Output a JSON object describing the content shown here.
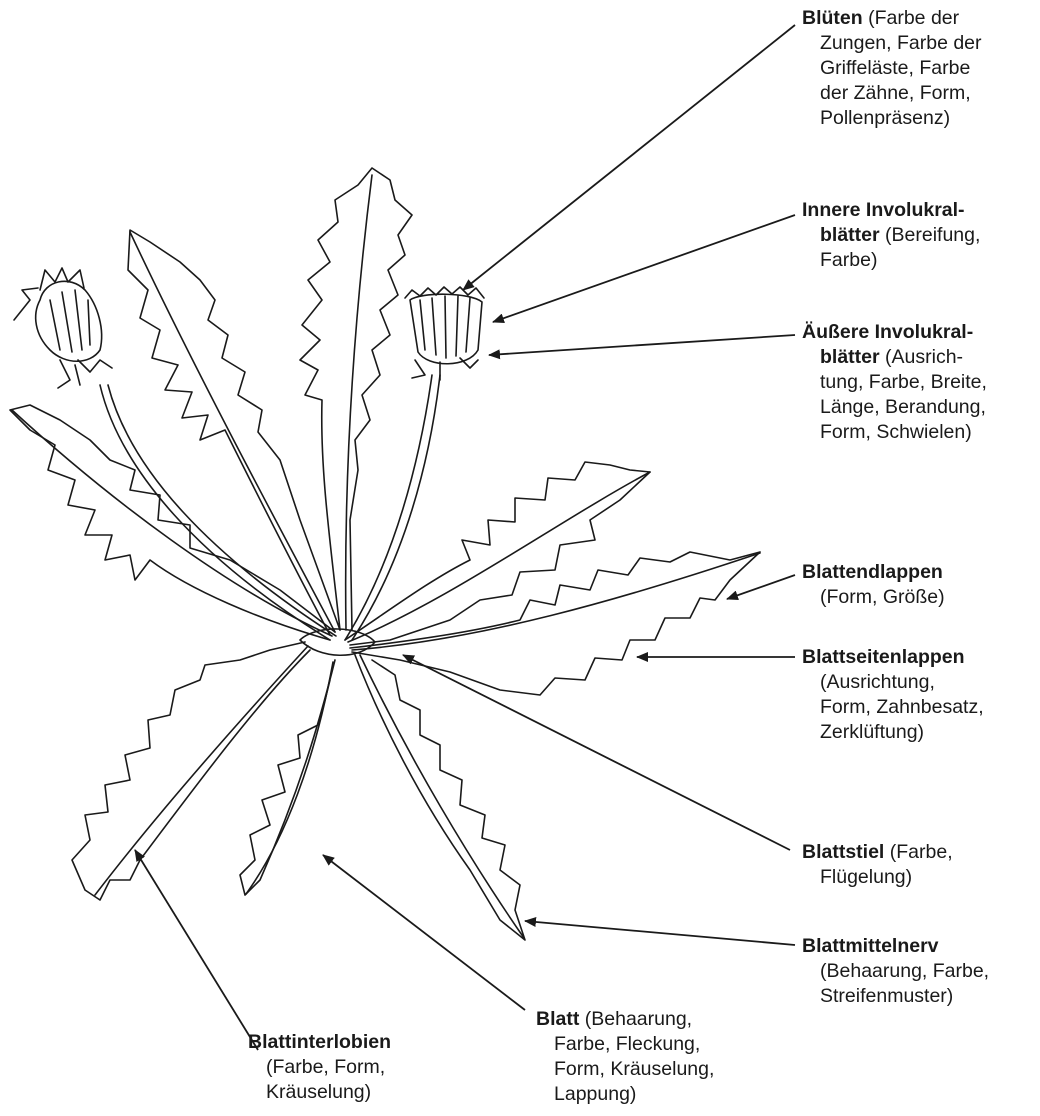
{
  "labels": {
    "blueten": {
      "bold": "Blüten",
      "rest": " (Farbe der",
      "lines": [
        "Zungen, Farbe der",
        "Griffeläste, Farbe",
        "der Zähne, Form,",
        "Pollenpräsenz)"
      ]
    },
    "innere": {
      "bold": "Innere Involukral-",
      "bold2": "blätter",
      "rest2": " (Bereifung,",
      "lines": [
        "Farbe)"
      ]
    },
    "aeussere": {
      "bold": "Äußere Involukral-",
      "bold2": "blätter",
      "rest2": " (Ausrich-",
      "lines": [
        "tung, Farbe, Breite,",
        "Länge, Berandung,",
        "Form, Schwielen)"
      ]
    },
    "endlappen": {
      "bold": "Blattendlappen",
      "lines": [
        "(Form, Größe)"
      ]
    },
    "seitenlappen": {
      "bold": "Blattseitenlappen",
      "lines": [
        "(Ausrichtung,",
        "Form, Zahnbesatz,",
        "Zerklüftung)"
      ]
    },
    "stiel": {
      "bold": "Blattstiel",
      "rest": " (Farbe,",
      "lines": [
        "Flügelung)"
      ]
    },
    "mittelnerv": {
      "bold": "Blattmittelnerv",
      "lines": [
        "(Behaarung, Farbe,",
        "Streifenmuster)"
      ]
    },
    "blatt": {
      "bold": "Blatt",
      "rest": " (Behaarung,",
      "lines": [
        "Farbe, Fleckung,",
        "Form, Kräuselung,",
        "Lappung)"
      ]
    },
    "interlobien": {
      "bold": "Blattinterlobien",
      "lines": [
        "(Farbe, Form,",
        "Kräuselung)"
      ]
    }
  },
  "colors": {
    "ink": "#1a1a1a",
    "background": "#ffffff"
  }
}
